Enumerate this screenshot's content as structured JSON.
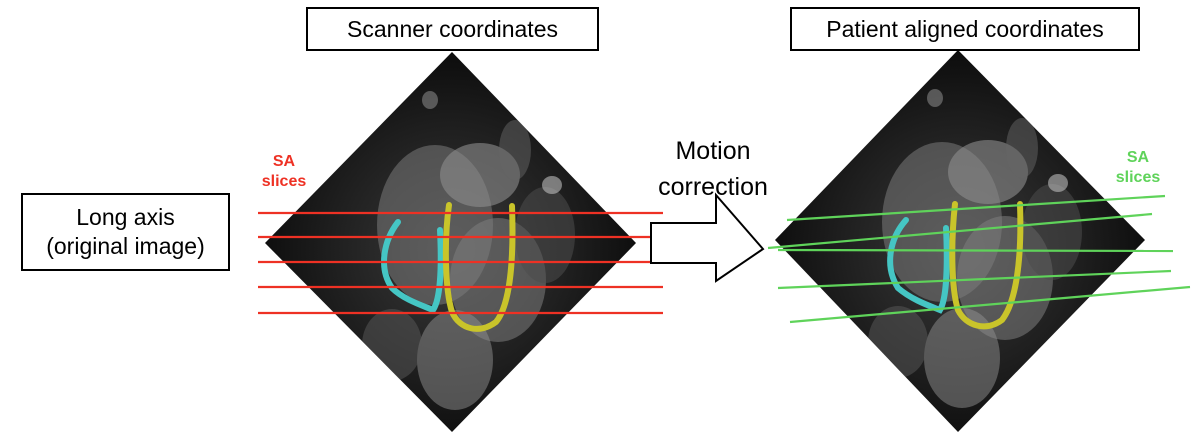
{
  "titles": {
    "scanner": "Scanner coordinates",
    "patient": "Patient aligned coordinates",
    "long_axis": "Long axis\n(original image)"
  },
  "arrow_label": "Motion\ncorrection",
  "slice_labels": {
    "left": "SA\nslices",
    "right": "SA\nslices"
  },
  "colors": {
    "left_slices": "#ee3124",
    "right_slices": "#5fd35a",
    "right_ventricle_contour": "#45c6c4",
    "left_ventricle_contour": "#c9c42a"
  }
}
